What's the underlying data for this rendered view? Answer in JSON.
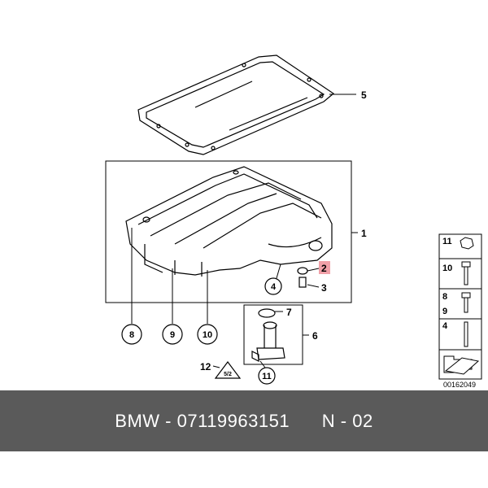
{
  "callouts": {
    "c1": "1",
    "c2": "2",
    "c3": "3",
    "c4": "4",
    "c5": "5",
    "c6": "6",
    "c7": "7",
    "c8": "8",
    "c9": "9",
    "c10": "10",
    "c11": "11",
    "c12": "12"
  },
  "legend": {
    "items": [
      "11",
      "10",
      "8",
      "9",
      "4"
    ],
    "code": "00162049"
  },
  "colors": {
    "highlight": "#f0a0a8",
    "footer_bg": "#5a5a5a",
    "footer_text": "#ffffff"
  },
  "footer": {
    "brand": "BMW",
    "part_number": "07119963151",
    "page": "N - 02",
    "separator": " - "
  }
}
